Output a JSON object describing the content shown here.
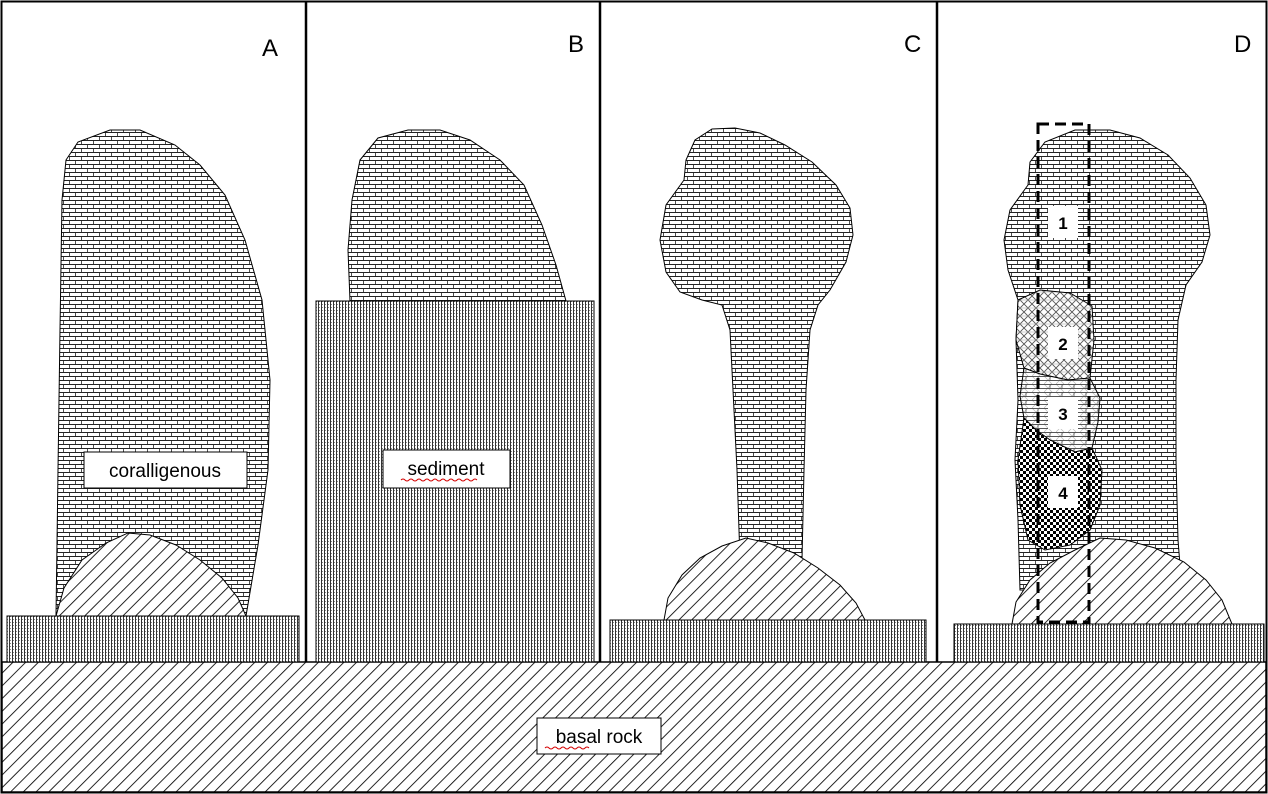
{
  "panels": [
    {
      "letter": "A"
    },
    {
      "letter": "B"
    },
    {
      "letter": "C"
    },
    {
      "letter": "D"
    }
  ],
  "labels": {
    "coralligenous": "coralligenous",
    "sediment": "sediment",
    "basal_rock": "basal rock"
  },
  "core_sections": [
    "1",
    "2",
    "3",
    "4"
  ],
  "colors": {
    "line": "#000000",
    "background": "#ffffff",
    "spellcheck_underline": "#d40000"
  }
}
